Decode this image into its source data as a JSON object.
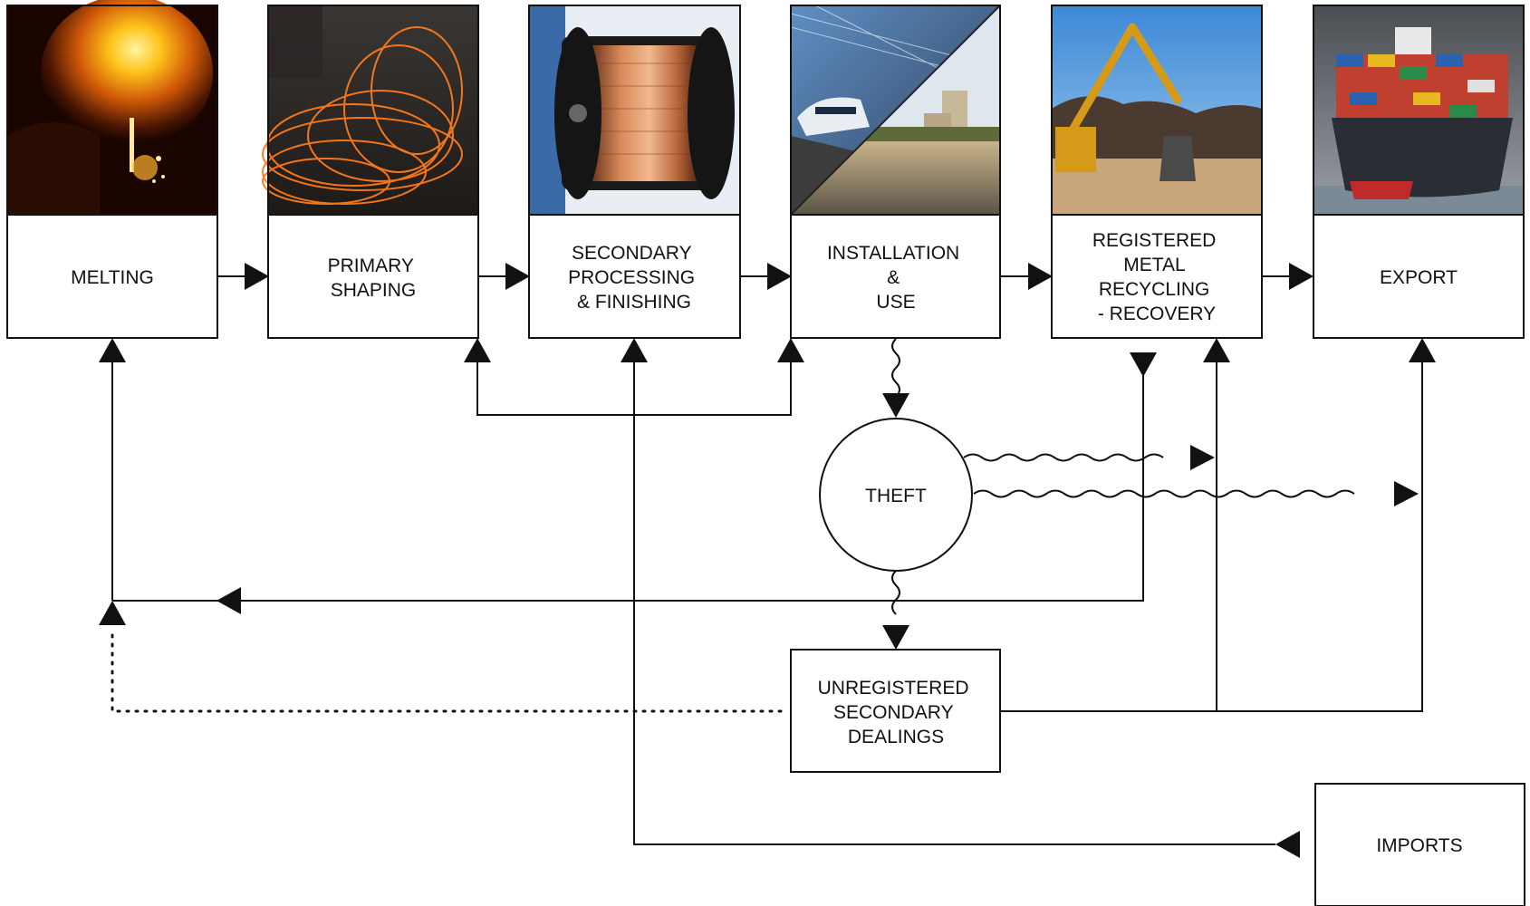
{
  "stages": [
    {
      "id": "melting",
      "lines": [
        "MELTING"
      ],
      "photo": "molten-metal-pour"
    },
    {
      "id": "primary",
      "lines": [
        "PRIMARY",
        "SHAPING"
      ],
      "photo": "hot-wire-coils"
    },
    {
      "id": "secondary",
      "lines": [
        "SECONDARY",
        "PROCESSING",
        "& FINISHING"
      ],
      "photo": "copper-wire-spool"
    },
    {
      "id": "install",
      "lines": [
        "INSTALLATION",
        "&",
        "USE"
      ],
      "photo": "train-and-church-split"
    },
    {
      "id": "recycling",
      "lines": [
        "REGISTERED",
        "METAL",
        "RECYCLING",
        "- RECOVERY"
      ],
      "photo": "scrap-yard-grabber"
    },
    {
      "id": "export",
      "lines": [
        "EXPORT"
      ],
      "photo": "container-ship"
    }
  ],
  "theft": {
    "label": "THEFT"
  },
  "unregistered": {
    "lines": [
      "UNREGISTERED",
      "SECONDARY",
      "DEALINGS"
    ]
  },
  "imports": {
    "label": "IMPORTS"
  },
  "colors": {
    "line": "#111111",
    "box_fill": "#ffffff"
  }
}
